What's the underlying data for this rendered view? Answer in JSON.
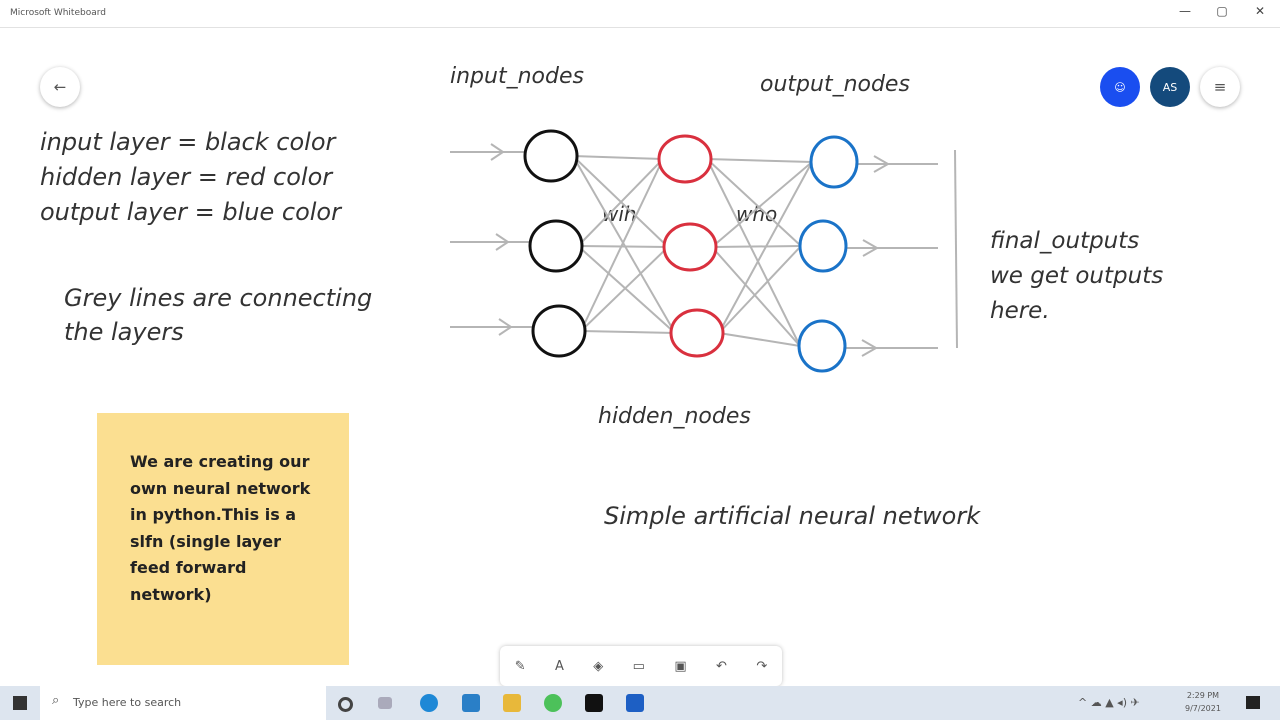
{
  "window": {
    "title": "Microsoft Whiteboard",
    "minimize": "—",
    "maximize": "▢",
    "close": "✕"
  },
  "header": {
    "back_icon": "←",
    "avatar1": "☺",
    "avatar2": "AS",
    "menu_icon": "≡"
  },
  "legend": [
    "input layer = black color",
    "hidden layer = red color",
    "output layer = blue color"
  ],
  "grey_note": [
    "Grey lines are connecting",
    "the layers"
  ],
  "labels": {
    "input_nodes": "input_nodes",
    "output_nodes": "output_nodes",
    "hidden_nodes": "hidden_nodes",
    "wih": "wih",
    "who": "who",
    "final1": "final_outputs",
    "final2": "we get outputs",
    "final3": "here.",
    "caption": "Simple artificial neural network"
  },
  "sticky_note": "We are creating our own neural network in python.This is a slfn (single layer feed forward network)",
  "colors": {
    "input": "#111111",
    "hidden": "#d9303e",
    "output": "#1a73c8",
    "lines": "#b5b5b5",
    "note": "#fbdf91"
  },
  "toolbar": [
    "✎",
    "A",
    "◈",
    "▭",
    "▣",
    "↶",
    "↷"
  ],
  "taskbar": {
    "search_placeholder": "Type here to search",
    "search_icon": "⌕",
    "time": "2:29 PM",
    "date": "9/7/2021"
  }
}
